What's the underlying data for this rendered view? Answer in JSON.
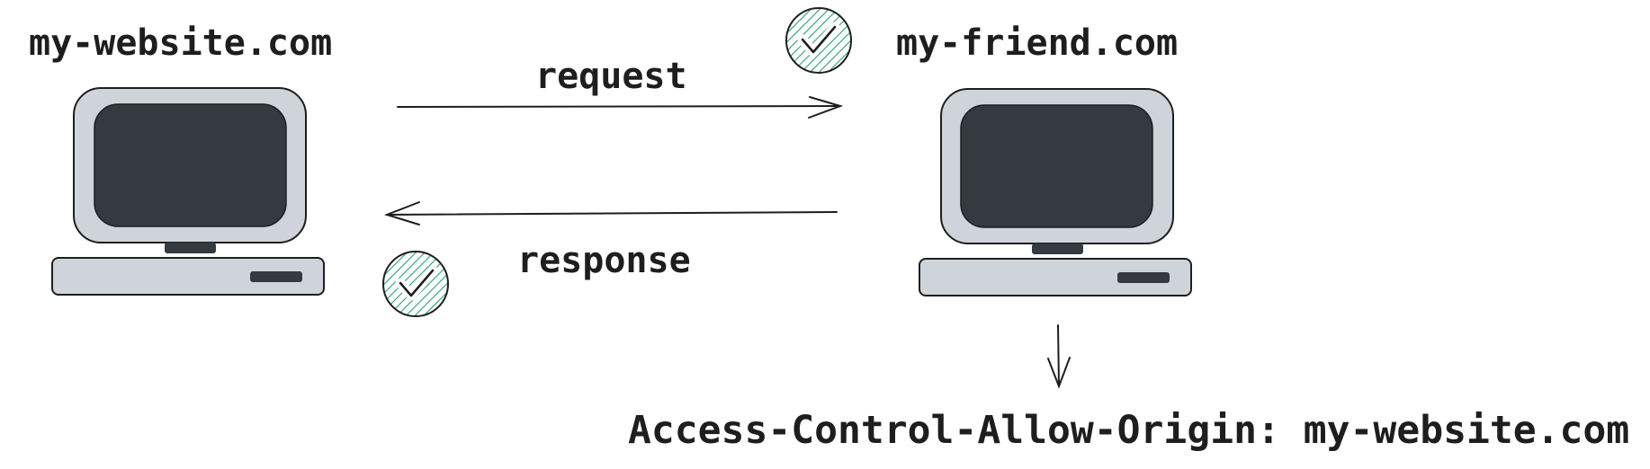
{
  "diagram": {
    "left_host": "my-website.com",
    "right_host": "my-friend.com",
    "request_label": "request",
    "response_label": "response",
    "header_line": "Access-Control-Allow-Origin: my-website.com"
  },
  "icons": {
    "check": "check-circle-icon",
    "computer": "computer-icon"
  },
  "colors": {
    "stroke": "#1e1e1e",
    "computer_body": "#ced4da",
    "screen": "#343a40",
    "check_fill": "#b2f2bb",
    "check_hatch": "#2f9e77"
  }
}
